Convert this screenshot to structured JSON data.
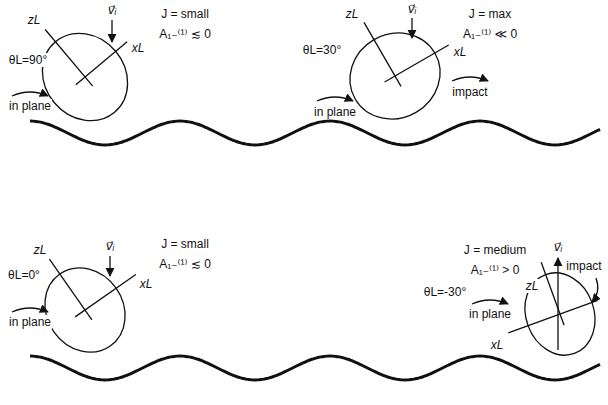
{
  "diagram": {
    "labels": [
      "v⃗ᵢ",
      "J = small",
      "A₁₋⁽¹⁾ ≲ 0",
      "θL=90°",
      "zL",
      "xL",
      "in plane",
      "v⃗ᵢ",
      "J = max",
      "A₁₋⁽¹⁾ ≪ 0",
      "θL=30°",
      "zL",
      "xL",
      "in plane",
      "impact",
      "v⃗ᵢ",
      "J = small",
      "A₁₋⁽¹⁾ ≲ 0",
      "θL=0°",
      "zL",
      "xL",
      "in plane",
      "v⃗ᵢ",
      "J = medium",
      "A₁₋⁽¹⁾ > 0",
      "θL=-30°",
      "zL",
      "xL",
      "in plane",
      "impact"
    ]
  }
}
